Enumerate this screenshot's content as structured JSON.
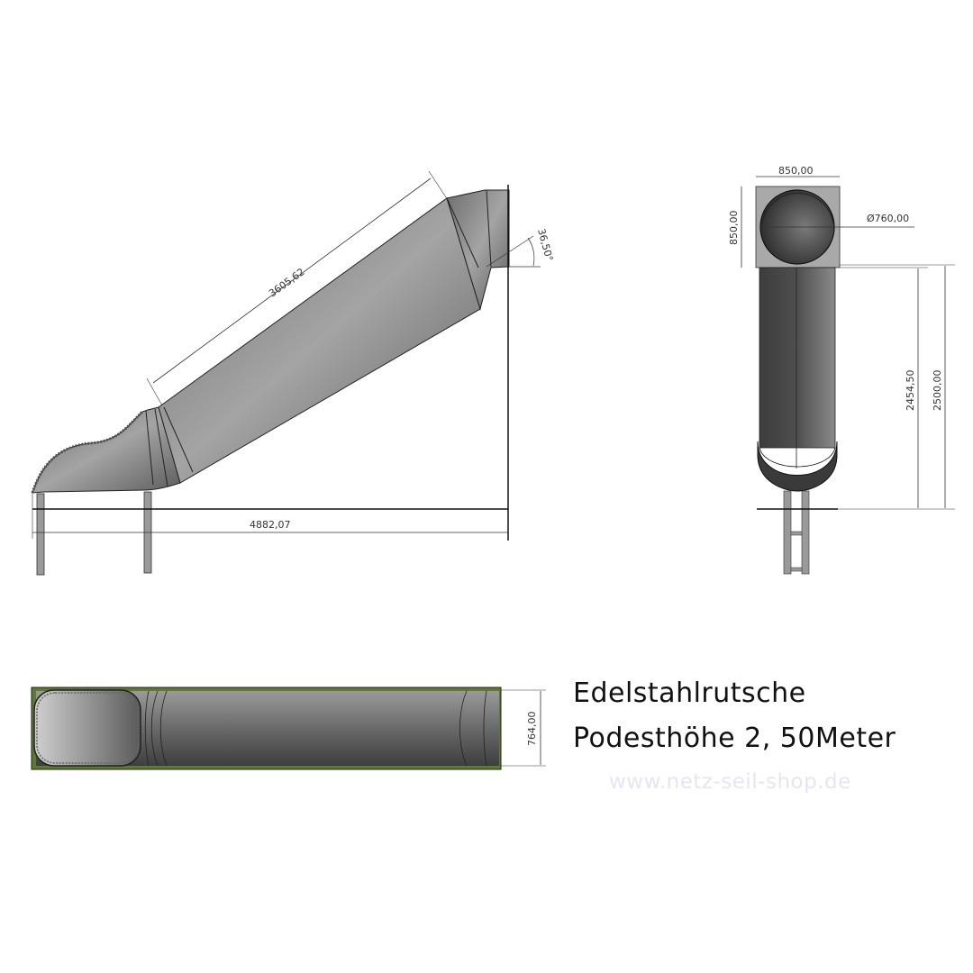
{
  "side_view": {
    "dim_slide_length": "3605,62",
    "dim_angle": "36,50°",
    "dim_total_length": "4882,07"
  },
  "front_view": {
    "dim_flange_width": "850,00",
    "dim_flange_height": "850,00",
    "dim_diameter": "Ø760,00",
    "dim_inner_height": "2454,50",
    "dim_platform_height": "2500,00"
  },
  "top_view": {
    "dim_width": "764,00"
  },
  "caption": {
    "title": "Edelstahlrutsche",
    "subtitle": "Podesthöhe 2, 50Meter",
    "website": "www.netz-seil-shop.de"
  },
  "colors": {
    "tube_dark": "#4a4a4a",
    "tube_mid": "#8c8c8c",
    "tube_light": "#a8a8a8",
    "flange": "#a9a9a9",
    "frame_green": "#5d7a2e",
    "watermark": "#e4e6f6"
  }
}
